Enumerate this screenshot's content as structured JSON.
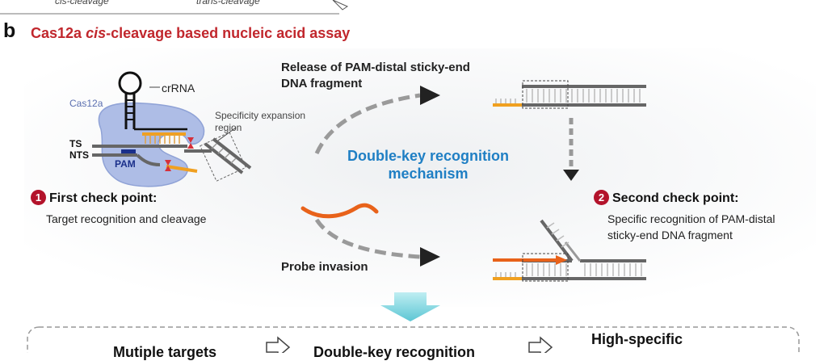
{
  "top_cut": {
    "left_label": "cis-cleavage",
    "right_label": "trans-cleavage"
  },
  "panel": {
    "letter": "b",
    "title_prefix": "Cas12a ",
    "title_italic": "cis",
    "title_suffix": "-cleavage based nucleic acid assay"
  },
  "labels": {
    "crrna": "crRNA",
    "cas12a": "Cas12a",
    "specificity_line1": "Specificity expansion",
    "specificity_line2": "region",
    "ts": "TS",
    "nts": "NTS",
    "pam": "PAM",
    "release_line1": "Release of PAM-distal sticky-end",
    "release_line2": "DNA  fragment",
    "probe_invasion": "Probe invasion"
  },
  "mechanism": {
    "line1": "Double-key recognition",
    "line2": "mechanism"
  },
  "check_points": {
    "first": {
      "number": "1",
      "title": "First check point:",
      "desc": "Target  recognition and cleavage"
    },
    "second": {
      "number": "2",
      "title": "Second check point:",
      "desc_line1": "Specific recognition of PAM-distal",
      "desc_line2": "sticky-end DNA fragment"
    }
  },
  "bottom_flow": {
    "item1": "Mutiple targets",
    "item2": "Double-key recognition",
    "item3": "High-specific"
  },
  "colors": {
    "title_red": "#c1272d",
    "badge_red": "#b3132b",
    "mechanism_blue": "#1f7fc4",
    "cas_blue": "#aebde6",
    "dna_gray": "#666666",
    "strand_orange": "#f0a020",
    "probe_orange": "#e8621a",
    "pam_navy": "#1a2f8a",
    "arrow_teal": "#6fd0dc"
  }
}
